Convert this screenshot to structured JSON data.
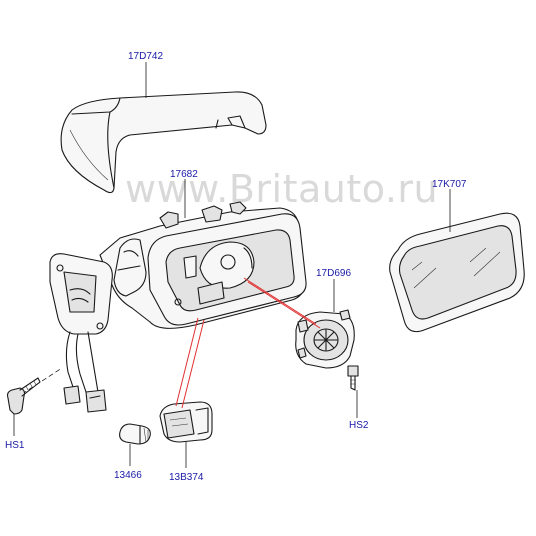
{
  "watermark": "www.Britauto.ru",
  "labels": {
    "cover": "17D742",
    "housing": "17682",
    "glass": "17K707",
    "motor": "17D696",
    "screw_left": "HS1",
    "screw_right": "HS2",
    "bulb": "13466",
    "lamp": "13B374"
  }
}
